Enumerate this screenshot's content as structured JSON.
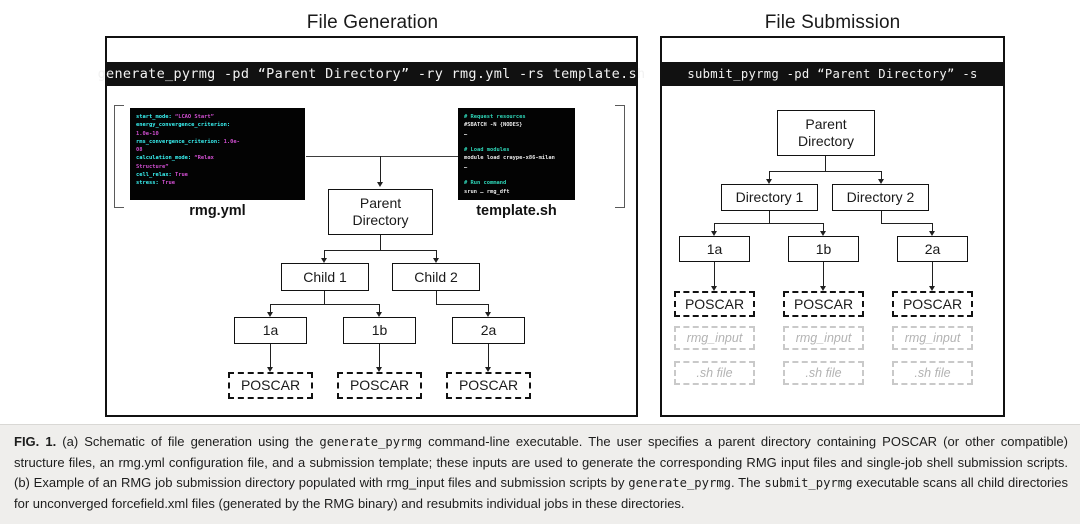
{
  "panels": {
    "generation": {
      "title": "File Generation",
      "command": "generate_pyrmg -pd “Parent Directory” -ry rmg.yml -rs template.sh",
      "yml_label": "rmg.yml",
      "sh_label": "template.sh",
      "yml_code": {
        "lines": [
          {
            "key": "start_mode:",
            "val": " “LCAO Start”",
            "kind": "str"
          },
          {
            "key": "energy_convergence_criterion:",
            "val": "",
            "kind": "str"
          },
          {
            "key": "",
            "val": "1.0e-10",
            "kind": "val"
          },
          {
            "key": "rms_convergence_criterion:",
            "val": " 1.0e-",
            "kind": "val"
          },
          {
            "key": "",
            "val": "08",
            "kind": "val"
          },
          {
            "key": "calculation_mode:",
            "val": " “Relax",
            "kind": "str"
          },
          {
            "key": "",
            "val": "Structure”",
            "kind": "str"
          },
          {
            "key": "cell_relax:",
            "val": " True",
            "kind": "bool"
          },
          {
            "key": "stress:",
            "val": " True",
            "kind": "bool"
          }
        ]
      },
      "sh_code": {
        "lines": [
          {
            "text": "# Request resources",
            "kind": "cmt"
          },
          {
            "text": "#SBATCH -N {NODES}",
            "kind": "plain"
          },
          {
            "text": "…",
            "kind": "plain"
          },
          {
            "text": "",
            "kind": "plain"
          },
          {
            "text": "# Load modules",
            "kind": "cmt"
          },
          {
            "text": "module load craype-x86-milan",
            "kind": "plain"
          },
          {
            "text": "…",
            "kind": "plain"
          },
          {
            "text": "",
            "kind": "plain"
          },
          {
            "text": "# Run command",
            "kind": "cmt"
          },
          {
            "text": "srun … rmg_dft",
            "kind": "plain"
          }
        ]
      },
      "tree": {
        "parent_line1": "Parent",
        "parent_line2": "Directory",
        "child1": "Child 1",
        "child2": "Child 2",
        "leaf_1a": "1a",
        "leaf_1b": "1b",
        "leaf_2a": "2a",
        "poscar_1": "POSCAR",
        "poscar_2": "POSCAR",
        "poscar_3": "POSCAR"
      }
    },
    "submission": {
      "title": "File Submission",
      "command": "submit_pyrmg -pd “Parent Directory” -s",
      "tree": {
        "parent_line1": "Parent",
        "parent_line2": "Directory",
        "dir1": "Directory 1",
        "dir2": "Directory 2",
        "leaf_1a": "1a",
        "leaf_1b": "1b",
        "leaf_2a": "2a",
        "poscar_1": "POSCAR",
        "poscar_2": "POSCAR",
        "poscar_3": "POSCAR",
        "rmg_input_1": "rmg_input",
        "rmg_input_2": "rmg_input",
        "rmg_input_3": "rmg_input",
        "sh_file_1": ".sh file",
        "sh_file_2": ".sh file",
        "sh_file_3": ".sh file"
      }
    }
  },
  "caption": {
    "fig_label": "FIG. 1.",
    "part_a_1": " (a) Schematic of file generation using the ",
    "mono_1": "generate_pyrmg",
    "part_a_2": " command-line executable. The user specifies a parent directory containing POSCAR (or other compatible) structure files, an rmg.yml configuration file, and a submission template; these inputs are used to generate the corresponding RMG input files and single-job shell submission scripts. (b) Example of an RMG job submission directory populated with rmg_input files and submission scripts by ",
    "mono_2": "generate_pyrmg",
    "part_b_2": ". The ",
    "mono_3": "submit_pyrmg",
    "part_b_3": " executable scans all child directories for unconverged forcefield.xml files (generated by the RMG binary) and resubmits individual jobs in these directories."
  },
  "colors": {
    "panel_border": "#111111",
    "cmdbar_bg": "#111111",
    "code_bg": "#030303",
    "code_key": "#39f2f2",
    "code_value": "#d24fd2",
    "code_comment": "#2fd6b8",
    "ghost_node": "#c9c9c9",
    "caption_bg": "#efeeec"
  }
}
